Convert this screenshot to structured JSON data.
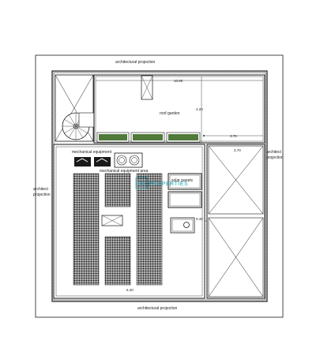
{
  "labels": {
    "projection_top": "architectural projection",
    "projection_bottom": "architectural projection",
    "projection_left_1": "architect",
    "projection_left_2": "projection",
    "projection_right_1": "architect",
    "projection_right_2": "projection",
    "roof_garden": "roof garden",
    "mechanical_equipment": "mechanical equipment",
    "mechanical_equipment_area": "mechanical equipment area",
    "solar_panels": "solar panels"
  },
  "dimensions": {
    "top_width": "10.80",
    "roof_depth": "4.20",
    "right_strip": "3.70",
    "right_block_width": "3.70",
    "small_right": "0.40",
    "bottom_width": "6.40"
  },
  "watermark": {
    "line1": "RE",
    "line2": "PROPERTIES"
  },
  "colors": {
    "ink": "#1a1a1a",
    "planter_green": "#4f7a3a",
    "watermark": "#2fa7b8"
  }
}
